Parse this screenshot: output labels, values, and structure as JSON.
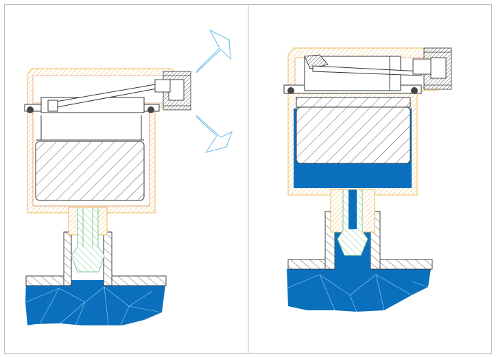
{
  "diagram": {
    "panels": [
      {
        "id": "left",
        "state": "venting",
        "fluid_in_chamber": false
      },
      {
        "id": "right",
        "state": "closed",
        "fluid_in_chamber": true
      }
    ],
    "colors": {
      "water": "#0a70bd",
      "water_line": "#9fd3f2",
      "housing": "#f2b857",
      "housing_inner": "#e6a07a",
      "stem": "#7fc48e",
      "outline": "#222222",
      "hatch": "#333333",
      "air": "#6bbfe3",
      "frame": "#bdbdbd",
      "fitting": "#555555"
    }
  }
}
